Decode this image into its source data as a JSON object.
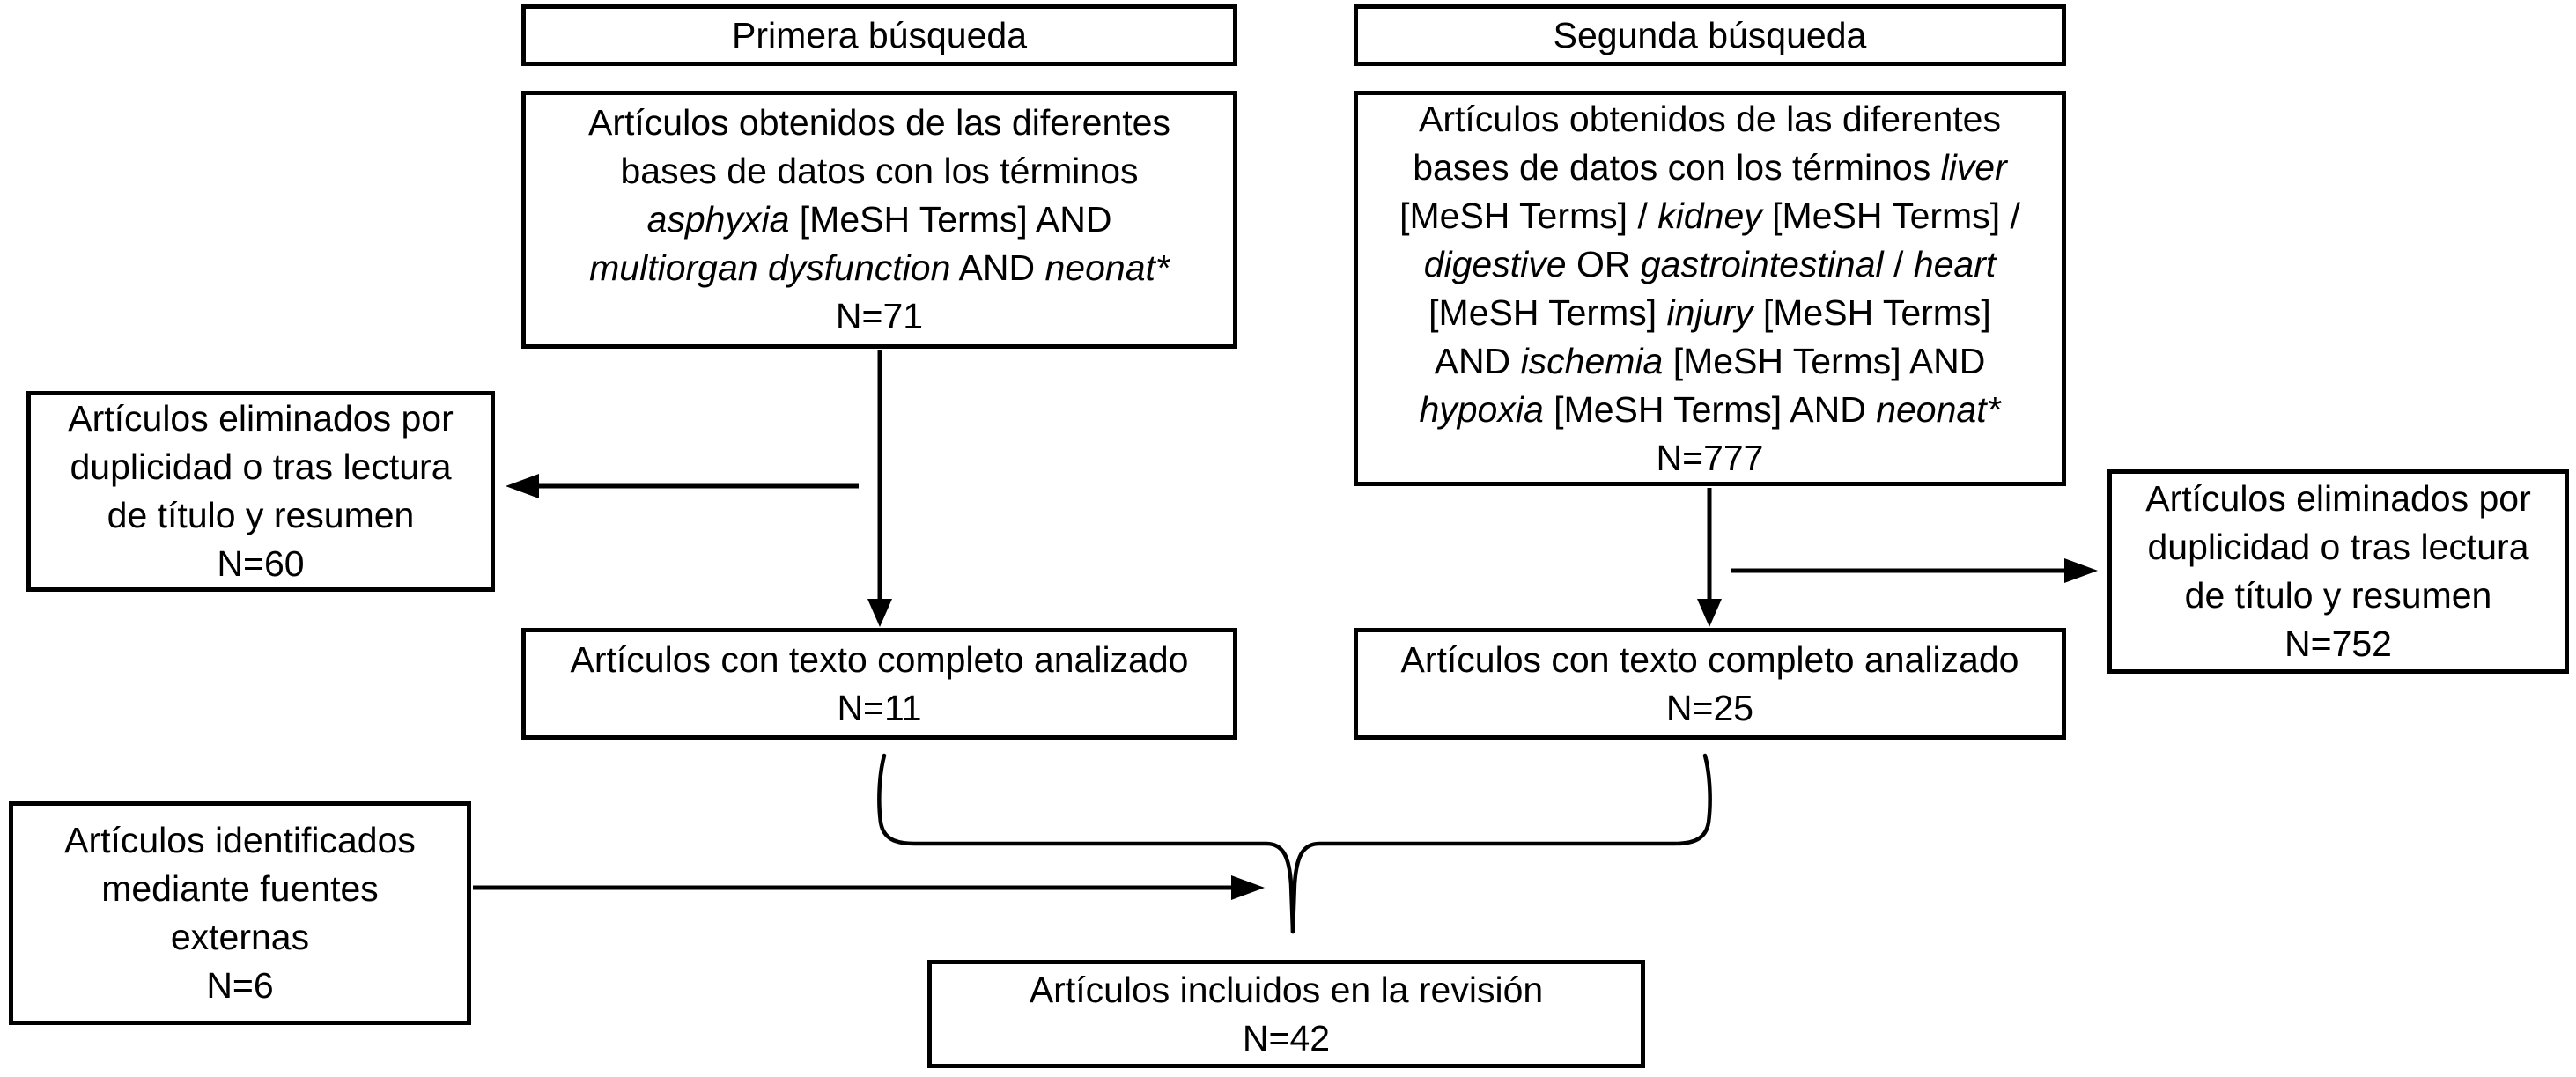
{
  "colors": {
    "line": "#000000",
    "box_border": "#000000",
    "box_background": "#ffffff",
    "text": "#000000"
  },
  "columns": {
    "first": {
      "header": "Primera búsqueda",
      "results_box": {
        "n": 71,
        "lines": [
          [
            {
              "t": "Artículos obtenidos de las diferentes"
            }
          ],
          [
            {
              "t": "bases de datos con los términos"
            }
          ],
          [
            {
              "t": "asphyxia",
              "i": true
            },
            {
              "t": " [MeSH Terms] AND"
            }
          ],
          [
            {
              "t": "multiorgan dysfunction",
              "i": true
            },
            {
              "t": " AND "
            },
            {
              "t": "neonat*",
              "i": true
            }
          ],
          [
            {
              "t": "N=71"
            }
          ]
        ]
      },
      "excluded_box": {
        "n": 60,
        "lines": [
          [
            {
              "t": "Artículos eliminados por"
            }
          ],
          [
            {
              "t": "duplicidad o tras lectura"
            }
          ],
          [
            {
              "t": "de título y resumen"
            }
          ],
          [
            {
              "t": "N=60"
            }
          ]
        ]
      },
      "fulltext_box": {
        "n": 11,
        "lines": [
          [
            {
              "t": "Artículos con texto completo analizado"
            }
          ],
          [
            {
              "t": "N=11"
            }
          ]
        ]
      }
    },
    "second": {
      "header": "Segunda búsqueda",
      "results_box": {
        "n": 777,
        "lines": [
          [
            {
              "t": "Artículos obtenidos de las diferentes"
            }
          ],
          [
            {
              "t": "bases de datos con los términos "
            },
            {
              "t": "liver",
              "i": true
            }
          ],
          [
            {
              "t": "[MeSH Terms] / "
            },
            {
              "t": "kidney",
              "i": true
            },
            {
              "t": " [MeSH Terms] /"
            }
          ],
          [
            {
              "t": "digestive",
              "i": true
            },
            {
              "t": " OR "
            },
            {
              "t": "gastrointestinal",
              "i": true
            },
            {
              "t": " / "
            },
            {
              "t": "heart",
              "i": true
            }
          ],
          [
            {
              "t": "[MeSH Terms] "
            },
            {
              "t": "injury",
              "i": true
            },
            {
              "t": " [MeSH Terms]"
            }
          ],
          [
            {
              "t": "AND "
            },
            {
              "t": "ischemia",
              "i": true
            },
            {
              "t": " [MeSH Terms] AND"
            }
          ],
          [
            {
              "t": "hypoxia",
              "i": true
            },
            {
              "t": " [MeSH Terms] AND "
            },
            {
              "t": "neonat*",
              "i": true
            }
          ],
          [
            {
              "t": "N=777"
            }
          ]
        ]
      },
      "excluded_box": {
        "n": 752,
        "lines": [
          [
            {
              "t": "Artículos eliminados por"
            }
          ],
          [
            {
              "t": "duplicidad o tras lectura"
            }
          ],
          [
            {
              "t": "de título y resumen"
            }
          ],
          [
            {
              "t": "N=752"
            }
          ]
        ]
      },
      "fulltext_box": {
        "n": 25,
        "lines": [
          [
            {
              "t": "Artículos con texto completo analizado"
            }
          ],
          [
            {
              "t": "N=25"
            }
          ]
        ]
      }
    }
  },
  "external_box": {
    "n": 6,
    "lines": [
      [
        {
          "t": "Artículos identificados"
        }
      ],
      [
        {
          "t": "mediante fuentes"
        }
      ],
      [
        {
          "t": "externas"
        }
      ],
      [
        {
          "t": "N=6"
        }
      ]
    ]
  },
  "included_box": {
    "n": 42,
    "lines": [
      [
        {
          "t": "Artículos incluidos en la revisión"
        }
      ],
      [
        {
          "t": "N=42"
        }
      ]
    ]
  }
}
